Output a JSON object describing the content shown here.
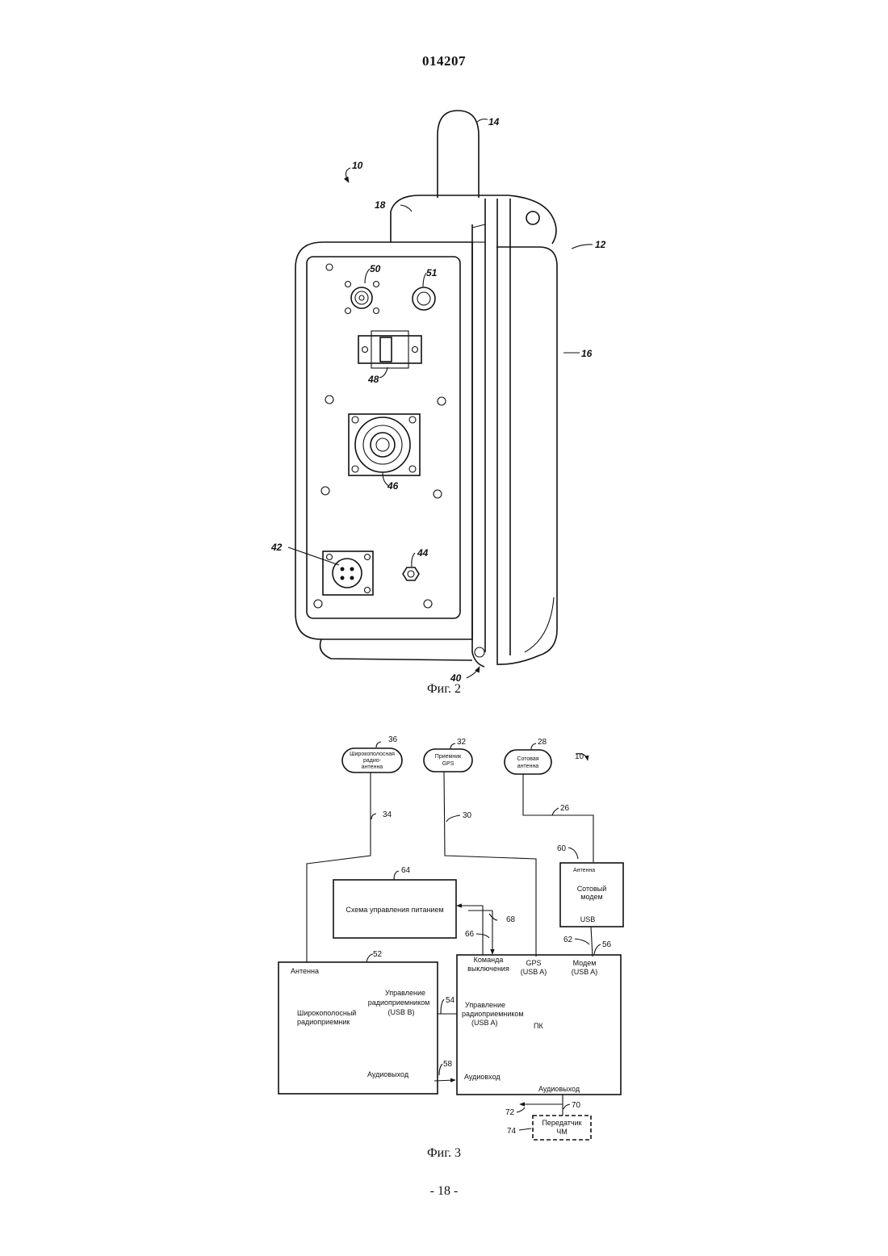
{
  "header": {
    "doc_number": "014207"
  },
  "footer": {
    "page_label": "- 18 -"
  },
  "figure2": {
    "caption": "Фиг. 2",
    "refs": {
      "r10": "10",
      "r12": "12",
      "r14": "14",
      "r16": "16",
      "r18": "18",
      "r40": "40",
      "r42": "42",
      "r44": "44",
      "r46": "46",
      "r48": "48",
      "r50": "50",
      "r51": "51"
    }
  },
  "figure3": {
    "caption": "Фиг. 3",
    "refs": {
      "r10": "10",
      "r26": "26",
      "r28": "28",
      "r30": "30",
      "r32": "32",
      "r34": "34",
      "r36": "36",
      "r52": "52",
      "r54": "54",
      "r56": "56",
      "r58": "58",
      "r60": "60",
      "r62": "62",
      "r64": "64",
      "r66": "66",
      "r68": "68",
      "r70": "70",
      "r72": "72",
      "r74": "74"
    },
    "wideband_antenna": {
      "line1": "Широкополосная",
      "line2": "радио-",
      "line3": "антенна"
    },
    "gps_receiver": {
      "line1": "Приемник",
      "line2": "GPS"
    },
    "cellular_antenna": {
      "line1": "Сотовая",
      "line2": "антенна"
    },
    "power_block": {
      "label": "Схема управления питанием"
    },
    "modem_block": {
      "antenna": "Антенна",
      "line1": "Сотовый",
      "line2": "модем",
      "usb": "USB"
    },
    "receiver_block": {
      "antenna": "Антенна",
      "control1": "Управление",
      "control2": "радиоприемником",
      "control3": "(USB B)",
      "name1": "Широкополосный",
      "name2": "радиоприемник",
      "audio_out": "Аудиовыход"
    },
    "pc_block": {
      "shutdown1": "Команда",
      "shutdown2": "выключения",
      "gps1": "GPS",
      "gps2": "(USB A)",
      "modem1": "Модем",
      "modem2": "(USB A)",
      "control1": "Управление",
      "control2": "радиоприемником",
      "control3": "(USB A)",
      "name": "ПК",
      "audio_in": "Аудиовход",
      "audio_out": "Аудиовыход"
    },
    "fm_block": {
      "line1": "Передатчик",
      "line2": "ЧМ"
    }
  }
}
